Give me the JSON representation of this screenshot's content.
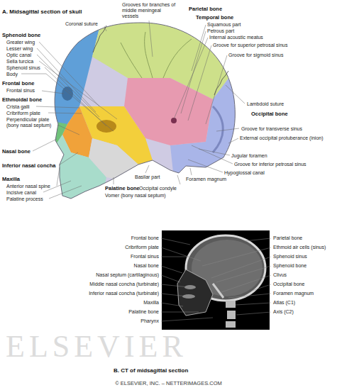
{
  "diagram": {
    "labels": [
      "A. Midsagittal section of skull",
      "Grooves for branches of middle meningeal vessels",
      "Parietal bone",
      "Temporal bone",
      "Squamous part",
      "Petrous part",
      "Internal acoustic meatus",
      "Groove for superior petrosal sinus",
      "Groove for sigmoid sinus",
      "Coronal suture",
      "Sphenoid bone",
      "Greater wing",
      "Lesser wing",
      "Optic canal",
      "Sella turcica",
      "Sphenoid sinus",
      "Body",
      "Frontal bone",
      "Frontal sinus",
      "Ethmoidal bone",
      "Crista galli",
      "Cribriform plate",
      "Perpendicular plate (bony nasal septum)",
      "Nasal bone",
      "Inferior nasal concha",
      "Maxilla",
      "Anterior nasal spine",
      "Incisive canal",
      "Palatine process",
      "Palatine bone",
      "Vomer (bony nasal septum)",
      "Basilar part",
      "Occipital condyle",
      "Foramen magnum",
      "Hypoglossal canal",
      "Groove for inferior petrosal sinus",
      "Jugular foramen",
      "External occipital protuberance (inion)",
      "Groove for transverse sinus",
      "Occipital bone",
      "Lambdoid suture",
      "B. CT of midsagittal section",
      "Frontal bone",
      "Cribriform plate",
      "Frontal sinus",
      "Nasal bone",
      "Nasal septum (cartilaginous)",
      "Middle nasal concha (turbinate)",
      "Inferior nasal concha (turbinate)",
      "Maxilla",
      "Palatine bone",
      "Pharynx",
      "Parietal bone",
      "Ethmoid air cells (sinus)",
      "Sphenoid sinus",
      "Sphenoid bone",
      "Clivus",
      "Occipital bone",
      "Foramen magnum",
      "Atlas (C1)",
      "Axis (C2)",
      "ELSEVIER",
      "© ELSEVIER, INC. – NETTERIMAGES.COM"
    ]
  }
}
